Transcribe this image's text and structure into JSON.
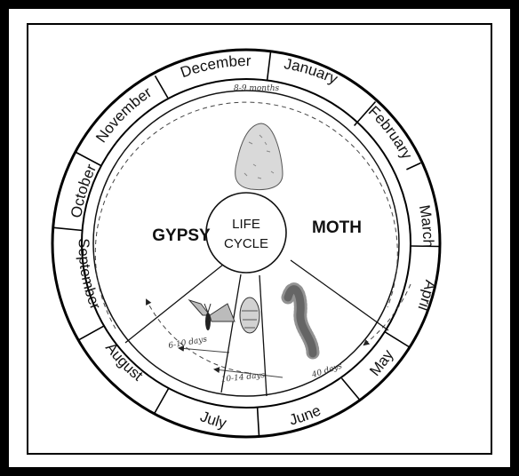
{
  "months": [
    "December",
    "January",
    "February",
    "March",
    "April",
    "May",
    "June",
    "July",
    "August",
    "September",
    "October",
    "November"
  ],
  "center": {
    "line1": "LIFE",
    "line2": "CYCLE"
  },
  "left_word": "GYPSY",
  "right_word": "MOTH",
  "durations": {
    "egg": "8-9 months",
    "larva": "40 days",
    "pupa": "10-14 days",
    "adult": "6-10 days"
  },
  "colors": {
    "background": "#000000",
    "paper": "#ffffff",
    "ink": "#111111"
  }
}
